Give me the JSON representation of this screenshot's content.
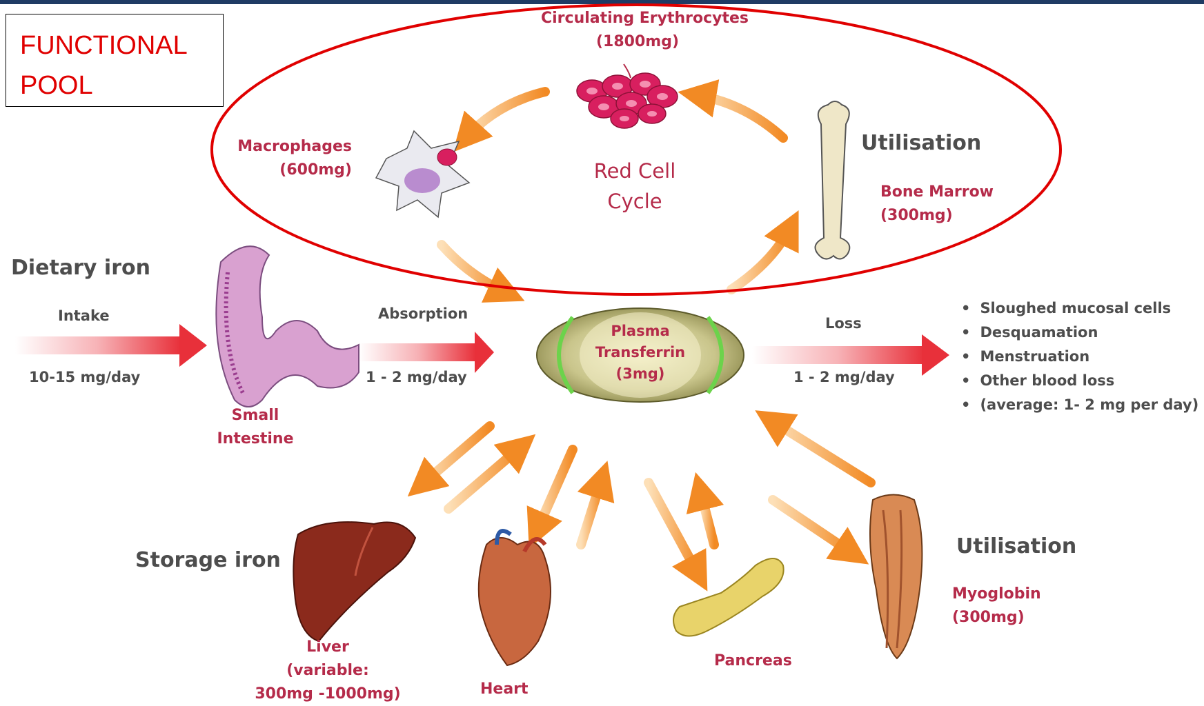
{
  "functional_pool": "FUNCTIONAL\nPOOL",
  "red_cell_cycle": {
    "title_line1": "Red Cell",
    "title_line2": "Cycle"
  },
  "erythrocytes": {
    "name": "Circulating Erythrocytes",
    "amount": "(1800mg)"
  },
  "macrophages": {
    "name": "Macrophages",
    "amount": "(600mg)"
  },
  "bone_marrow": {
    "heading": "Utilisation",
    "name": "Bone Marrow",
    "amount": "(300mg)"
  },
  "dietary": {
    "heading": "Dietary iron",
    "intake_label": "Intake",
    "intake_rate": "10-15 mg/day"
  },
  "small_intestine": {
    "line1": "Small",
    "line2": "Intestine"
  },
  "absorption": {
    "label": "Absorption",
    "rate": "1 - 2 mg/day"
  },
  "plasma": {
    "line1": "Plasma",
    "line2": "Transferrin",
    "amount": "(3mg)"
  },
  "loss": {
    "label": "Loss",
    "rate": "1 - 2 mg/day",
    "items": [
      "Sloughed mucosal cells",
      "Desquamation",
      "Menstruation",
      "Other blood loss",
      "(average: 1- 2 mg per day)"
    ]
  },
  "storage": {
    "heading": "Storage iron"
  },
  "liver": {
    "line1": "Liver",
    "line2": "(variable:",
    "line3": "300mg -1000mg)"
  },
  "heart": {
    "label": "Heart"
  },
  "pancreas": {
    "label": "Pancreas"
  },
  "myoglobin": {
    "heading": "Utilisation",
    "name": "Myoglobin",
    "amount": "(300mg)"
  },
  "colors": {
    "accent_red": "#e00000",
    "label_red": "#b52b4a",
    "arrow_orange": "#f39a3b",
    "arrow_red": "#e8303a"
  }
}
